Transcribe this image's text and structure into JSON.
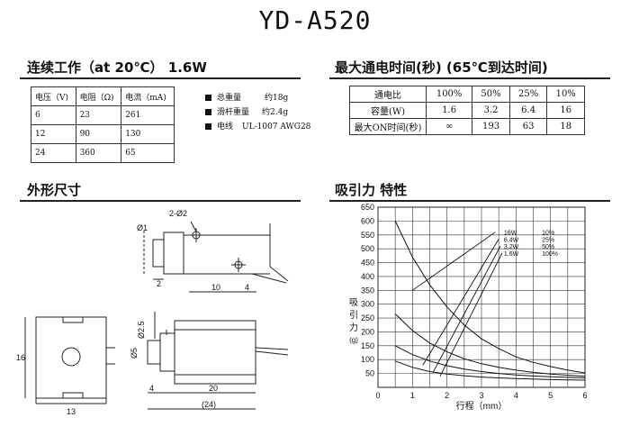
{
  "title": "YD-A520",
  "sections": {
    "electrical": "连续工作（at 20℃） 1.6W",
    "duty": "最大通电时间(秒) (65℃到达时间)",
    "shape": "外形尺寸",
    "force": "吸引力 特性"
  },
  "electrical_table": {
    "headers": [
      "电压（V)",
      "电阻（Ω)",
      "电流（mA)"
    ],
    "rows": [
      [
        "6",
        "23",
        "261"
      ],
      [
        "12",
        "90",
        "130"
      ],
      [
        "24",
        "360",
        "65"
      ]
    ]
  },
  "specs": [
    {
      "label": "总重量",
      "value": "约18g"
    },
    {
      "label": "滑杆重量",
      "value": "约2.4g"
    },
    {
      "label": "电线",
      "value": "UL-1007 AWG28"
    }
  ],
  "duty_table": {
    "rows": [
      [
        "通电比",
        "100%",
        "50%",
        "25%",
        "10%"
      ],
      [
        "容量(W)",
        "1.6",
        "3.2",
        "6.4",
        "16"
      ],
      [
        "最大ON时间(秒)",
        "∞",
        "193",
        "63",
        "18"
      ]
    ]
  },
  "dimensions": {
    "hole": "2-Ø2",
    "d1": "Ø1",
    "d2": "2",
    "d10": "10",
    "d4a": "4",
    "d16": "16",
    "d13": "13",
    "d25": "Ø2.5",
    "d5": "Ø5",
    "d4b": "4",
    "d20": "20",
    "d24": "(24)"
  },
  "chart_data": {
    "type": "line",
    "ylabel": "吸引力(g)",
    "xlabel": "行程（mm）",
    "xlim": [
      0,
      6
    ],
    "ylim": [
      0,
      650
    ],
    "xticks": [
      "0",
      "1",
      "2",
      "3",
      "4",
      "5",
      "6"
    ],
    "yticks": [
      "50",
      "100",
      "150",
      "200",
      "250",
      "300",
      "350",
      "400",
      "450",
      "500",
      "550",
      "600",
      "650"
    ],
    "legend": [
      {
        "w": "16W",
        "p": "10%"
      },
      {
        "w": "6.4W",
        "p": "25%"
      },
      {
        "w": "3.2W",
        "p": "50%"
      },
      {
        "w": "1.6W",
        "p": "100%"
      }
    ],
    "series": [
      {
        "name": "16W",
        "x": [
          0.5,
          1.0,
          1.5,
          2.0,
          2.5,
          3.0,
          3.5,
          4.0,
          4.5,
          5.0,
          5.5,
          6.0
        ],
        "y": [
          600,
          470,
          370,
          290,
          225,
          175,
          140,
          110,
          90,
          75,
          62,
          52
        ]
      },
      {
        "name": "6.4W",
        "x": [
          0.5,
          1.0,
          1.5,
          2.0,
          2.5,
          3.0,
          3.5,
          4.0,
          4.5,
          5.0,
          5.5,
          6.0
        ],
        "y": [
          265,
          205,
          160,
          128,
          103,
          85,
          72,
          62,
          54,
          48,
          44,
          40
        ]
      },
      {
        "name": "3.2W",
        "x": [
          0.5,
          1.0,
          1.5,
          2.0,
          2.5,
          3.0,
          3.5,
          4.0,
          4.5,
          5.0,
          5.5,
          6.0
        ],
        "y": [
          150,
          118,
          95,
          78,
          66,
          57,
          50,
          45,
          41,
          38,
          36,
          34
        ]
      },
      {
        "name": "1.6W",
        "x": [
          0.5,
          1.0,
          1.5,
          2.0,
          2.5,
          3.0,
          3.5,
          4.0,
          4.5,
          5.0,
          5.5,
          6.0
        ],
        "y": [
          95,
          72,
          57,
          48,
          42,
          37,
          34,
          32,
          30,
          28,
          27,
          26
        ]
      }
    ],
    "duty_lines": [
      {
        "from": [
          1.0,
          350
        ],
        "to": [
          3.4,
          560
        ]
      },
      {
        "from": [
          1.3,
          80
        ],
        "to": [
          3.5,
          535
        ]
      },
      {
        "from": [
          1.6,
          55
        ],
        "to": [
          3.55,
          510
        ]
      },
      {
        "from": [
          1.8,
          40
        ],
        "to": [
          3.6,
          485
        ]
      }
    ]
  }
}
